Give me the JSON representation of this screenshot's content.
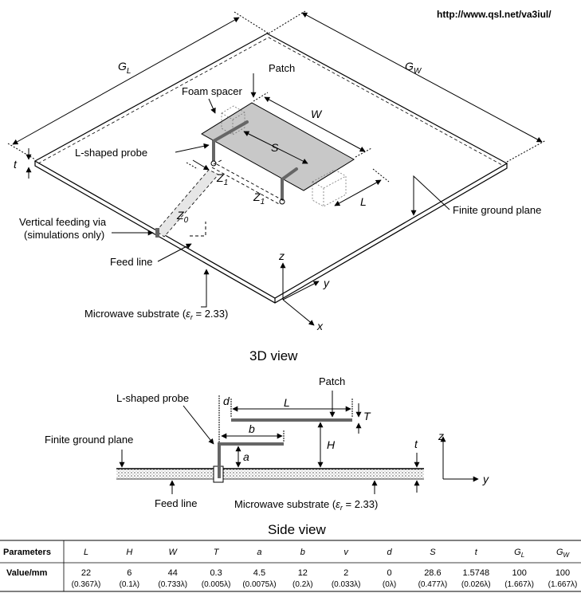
{
  "url": "http://www.qsl.net/va3iul/",
  "view3d": {
    "title": "3D view",
    "labels": {
      "gl": "G",
      "gl_sub": "L",
      "gw": "G",
      "gw_sub": "W",
      "patch": "Patch",
      "foam_spacer": "Foam spacer",
      "w": "W",
      "s": "S",
      "l_shaped_probe": "L-shaped probe",
      "t": "t",
      "z1a": "Z",
      "z1a_sub": "1",
      "z1b": "Z",
      "z1b_sub": "1",
      "z0": "Z",
      "z0_sub": "0",
      "l": "L",
      "finite_ground_plane": "Finite ground plane",
      "vertical_via_line1": "Vertical feeding via",
      "vertical_via_line2": "(simulations only)",
      "feed_line": "Feed line",
      "substrate": "Microwave substrate (",
      "substrate_eps": "ε",
      "substrate_eps_sub": "r",
      "substrate_val": " = 2.33)",
      "axis_z": "z",
      "axis_y": "y",
      "axis_x": "x"
    }
  },
  "side_view": {
    "title": "Side view",
    "labels": {
      "patch": "Patch",
      "l_shaped_probe": "L-shaped probe",
      "d": "d",
      "l": "L",
      "t_upper": "T",
      "b": "b",
      "finite_ground_plane": "Finite ground plane",
      "h": "H",
      "t_lower": "t",
      "a": "a",
      "feed_line": "Feed line",
      "substrate": "Microwave substrate (",
      "substrate_eps": "ε",
      "substrate_eps_sub": "r",
      "substrate_val": " = 2.33)",
      "axis_z": "z",
      "axis_y": "y"
    }
  },
  "table": {
    "row1_header": "Parameters",
    "row2_header": "Value/mm",
    "params": [
      "L",
      "H",
      "W",
      "T",
      "a",
      "b",
      "v",
      "d",
      "S",
      "t",
      "G",
      "G"
    ],
    "param_subs": [
      "",
      "",
      "",
      "",
      "",
      "",
      "",
      "",
      "",
      "",
      "L",
      "W"
    ],
    "values": [
      "22",
      "6",
      "44",
      "0.3",
      "4.5",
      "12",
      "2",
      "0",
      "28.6",
      "1.5748",
      "100",
      "100"
    ],
    "lambdas": [
      "(0.367λ)",
      "(0.1λ)",
      "(0.733λ)",
      "(0.005λ)",
      "(0.0075λ)",
      "(0.2λ)",
      "(0.033λ)",
      "(0λ)",
      "(0.477λ)",
      "(0.026λ)",
      "(1.667λ)",
      "(1.667λ)"
    ]
  }
}
